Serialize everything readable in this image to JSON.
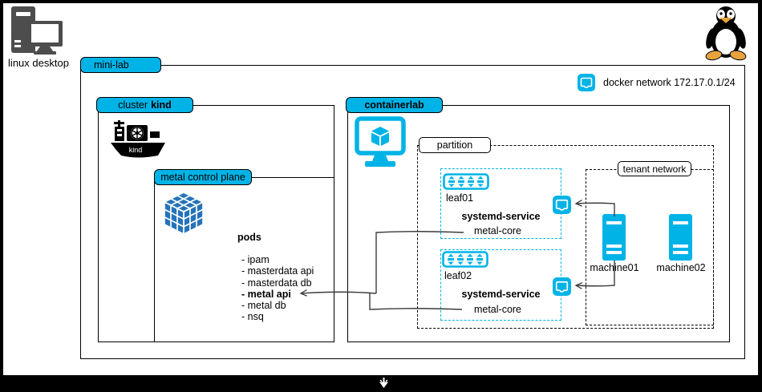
{
  "colors": {
    "cyan": "#00b3e6",
    "blue": "#2573b9",
    "gray": "#4d4d4d",
    "line": "#3b3b3b"
  },
  "desktop": {
    "label": "linux desktop",
    "icon": "desktop-computer-icon"
  },
  "tux": {
    "icon": "linux-tux-icon"
  },
  "minilab": {
    "label": "mini-lab"
  },
  "docker_network": {
    "label": "docker network 172.17.0.1/24",
    "icon": "docker-bridge-icon"
  },
  "cluster": {
    "label_prefix": "cluster",
    "label_bold": "kind",
    "icon": "kind-ship-icon",
    "ship_text": "kind"
  },
  "control_plane": {
    "label": "metal control plane",
    "icon": "pods-cube-icon",
    "pods_title": "pods",
    "pods": [
      "- ipam",
      "- masterdata api",
      "- masterdata db",
      "- metal api",
      "- metal db",
      "- nsq"
    ],
    "pods_bold_item": "- metal api"
  },
  "containerlab": {
    "label": "containerlab",
    "icon": "containerlab-monitor-icon"
  },
  "partition": {
    "label": "partition"
  },
  "tenant": {
    "label": "tenant network"
  },
  "leaf01": {
    "name": "leaf01",
    "service_title": "systemd-service",
    "service": "metal-core",
    "icon": "switch-icon"
  },
  "leaf02": {
    "name": "leaf02",
    "service_title": "systemd-service",
    "service": "metal-core",
    "icon": "switch-icon"
  },
  "machines": [
    {
      "name": "machine01",
      "icon": "server-tower-icon"
    },
    {
      "name": "machine02",
      "icon": "server-tower-icon"
    }
  ],
  "statusbar": {
    "icon": "collapse-down-arrow-icon"
  }
}
